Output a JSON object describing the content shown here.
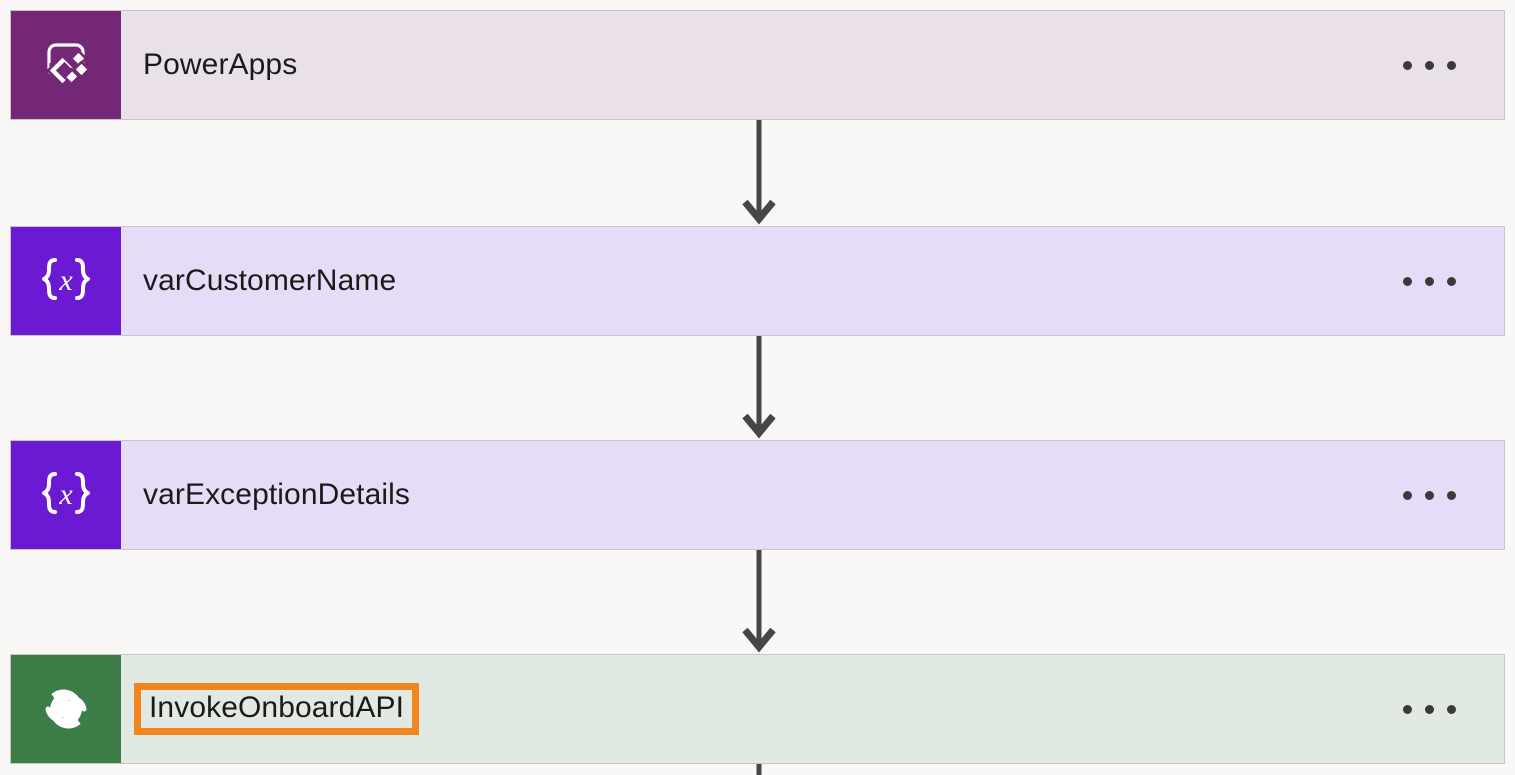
{
  "flow": {
    "background_color": "#f9f8f7",
    "highlight_color": "#f2851f",
    "connector_color": "#484644",
    "nodes": [
      {
        "id": "powerapps-trigger",
        "title": "PowerApps",
        "icon": "powerapps-icon",
        "icon_bg": "#742774",
        "body_bg": "#e9e0ea",
        "highlighted": false,
        "menu_label": "..."
      },
      {
        "id": "var-customer-name",
        "title": "varCustomerName",
        "icon": "variable-icon",
        "icon_bg": "#6b19d2",
        "body_bg": "#e6dcf8",
        "highlighted": false,
        "menu_label": "..."
      },
      {
        "id": "var-exception-details",
        "title": "varExceptionDetails",
        "icon": "variable-icon",
        "icon_bg": "#6b19d2",
        "body_bg": "#e6dcf8",
        "highlighted": false,
        "menu_label": "..."
      },
      {
        "id": "invoke-onboard-api",
        "title": "InvokeOnboardAPI",
        "icon": "custom-connector-icon",
        "icon_bg": "#3c7c46",
        "body_bg": "#e0eae2",
        "highlighted": true,
        "menu_label": "..."
      }
    ],
    "connectors": [
      {
        "from": "powerapps-trigger",
        "to": "var-customer-name"
      },
      {
        "from": "var-customer-name",
        "to": "var-exception-details"
      },
      {
        "from": "var-exception-details",
        "to": "invoke-onboard-api"
      },
      {
        "from": "invoke-onboard-api",
        "to": ""
      }
    ]
  }
}
